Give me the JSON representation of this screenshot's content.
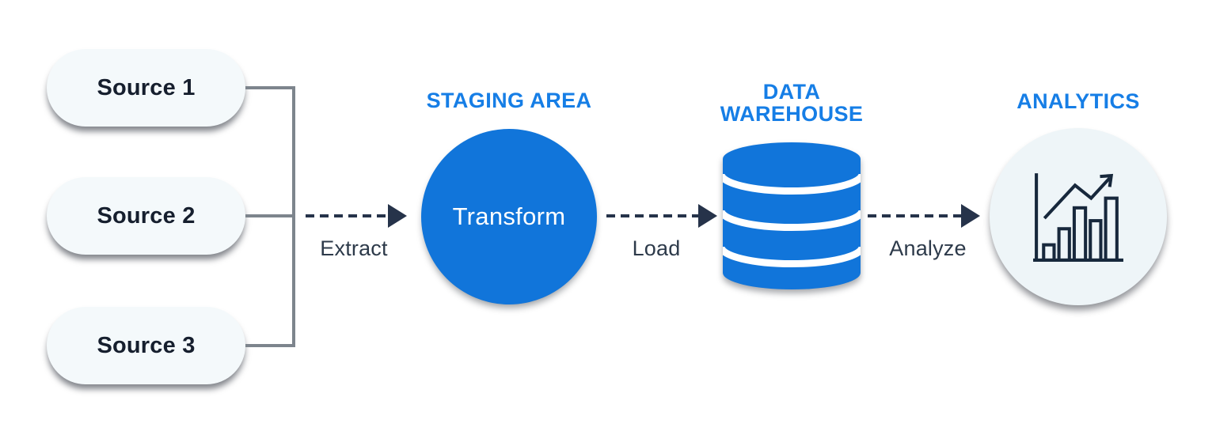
{
  "colors": {
    "blue": "#1175da",
    "heading_blue": "#167ee6",
    "dark": "#26334a",
    "label_dark": "#2d3a4a",
    "gray": "#7d858d",
    "pill_bg": "#f4f9fb",
    "analytics_bg": "#eef5f8",
    "pill_text": "#161f2e",
    "icon_dark": "#17283c",
    "page_bg": "#ffffff"
  },
  "sources": {
    "items": [
      {
        "label": "Source 1"
      },
      {
        "label": "Source 2"
      },
      {
        "label": "Source 3"
      }
    ]
  },
  "staging": {
    "title": "STAGING AREA",
    "node_label": "Transform"
  },
  "warehouse": {
    "title": "DATA WAREHOUSE"
  },
  "analytics": {
    "title": "ANALYTICS"
  },
  "flow": {
    "extract": "Extract",
    "load": "Load",
    "analyze": "Analyze"
  }
}
